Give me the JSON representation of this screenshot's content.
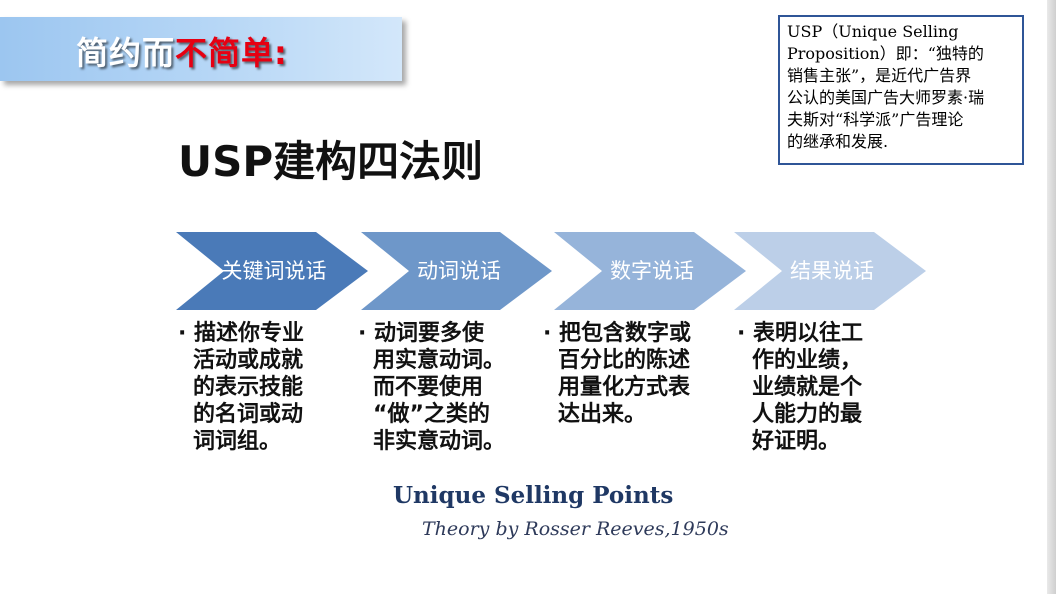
{
  "banner": {
    "part1": "简约而",
    "part2": "不简单:"
  },
  "note": [
    "USP（Unique Selling",
    "Proposition）即：“独特的",
    "销售主张”，是近代广告界",
    "公认的美国广告大师罗素·瑞",
    "夫斯对“科学派”广告理论",
    "的继承和发展."
  ],
  "main_title": "USP建构四法则",
  "chevrons": [
    "关键词说话",
    "动词说话",
    "数字说话",
    "结果说话"
  ],
  "chevron_colors": [
    "#4a7ab8",
    "#6e97c9",
    "#96b4da",
    "#bccfe8"
  ],
  "columns": [
    [
      "· 描述你专业",
      "活动或成就",
      "的表示技能",
      "的名词或动",
      "词词组。"
    ],
    [
      "· 动词要多使",
      "用实意动词。",
      "而不要使用",
      "“做”之类的",
      "非实意动词。"
    ],
    [
      "· 把包含数字或",
      "百分比的陈述",
      "用量化方式表",
      "达出来。"
    ],
    [
      "· 表明以往工",
      "作的业绩，",
      "业绩就是个",
      "人能力的最",
      "好证明。"
    ]
  ],
  "footer": {
    "usp_en": "Unique Selling Points",
    "theory": "Theory by Rosser Reeves,1950s"
  }
}
